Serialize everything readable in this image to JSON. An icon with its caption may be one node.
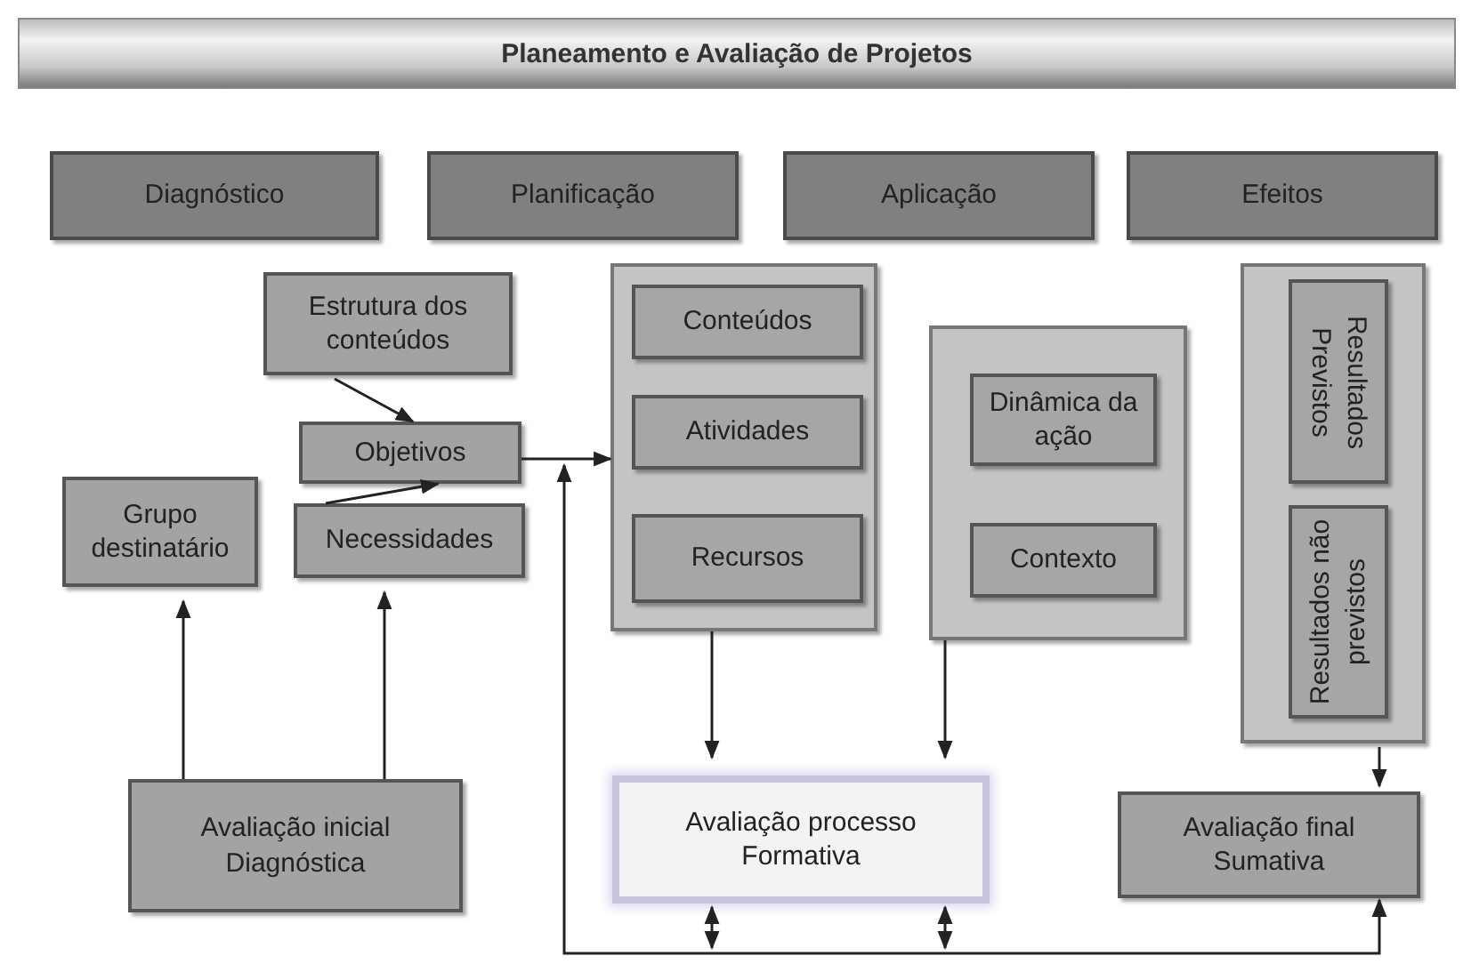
{
  "diagram": {
    "title": "Planeamento e Avaliação de Projetos",
    "nodes": [
      {
        "text": [
          "Diagnóstico"
        ]
      },
      {
        "text": [
          "Planificação"
        ]
      },
      {
        "text": [
          "Aplicação"
        ]
      },
      {
        "text": [
          "Efeitos"
        ]
      },
      {
        "text": [
          "Estrutura dos conteúdos"
        ]
      },
      {
        "text": [
          "Objetivos"
        ]
      },
      {
        "text": [
          "Grupo destinatário"
        ]
      },
      {
        "text": [
          "Necessidades"
        ]
      },
      {
        "text": [],
        "shape": "box"
      },
      {
        "text": [
          "Conteúdos"
        ],
        "in": 8
      },
      {
        "text": [
          "Atividades"
        ],
        "in": 8
      },
      {
        "text": [
          "Recursos"
        ],
        "in": 8
      },
      {
        "text": [],
        "shape": "box"
      },
      {
        "text": [
          "Dinâmica da ação"
        ],
        "in": 12
      },
      {
        "text": [
          "Contexto"
        ],
        "in": 12
      },
      {
        "text": [],
        "shape": "box"
      },
      {
        "text": [
          "Resultados Previstos"
        ],
        "in": 15
      },
      {
        "text": [
          "Resultados não previstos"
        ],
        "in": 15
      },
      {
        "text": [
          "Avaliação inicial Diagnóstica"
        ]
      },
      {
        "text": [
          "Avaliação processo Formativa"
        ]
      },
      {
        "text": [
          "Avaliação final Sumativa"
        ]
      }
    ],
    "edges": [
      {
        "from": 4,
        "to": 5,
        "arrow": "to"
      },
      {
        "from": 7,
        "to": 5,
        "arrow": "to"
      },
      {
        "from": 5,
        "to": 8,
        "arrow": "to"
      },
      {
        "from": 18,
        "to": 6,
        "arrow": "to"
      },
      {
        "from": 18,
        "to": 7,
        "arrow": "to"
      },
      {
        "from": 8,
        "to": 19,
        "arrow": "to"
      },
      {
        "from": 12,
        "to": 19,
        "arrow": "to"
      },
      {
        "from": 15,
        "to": 20,
        "arrow": "to"
      },
      {
        "from": 20,
        "to": 5,
        "arrow": "both"
      },
      {
        "from": 19,
        "to": null,
        "arrow": "both"
      },
      {
        "from": 19,
        "to": null,
        "arrow": "both"
      }
    ]
  }
}
